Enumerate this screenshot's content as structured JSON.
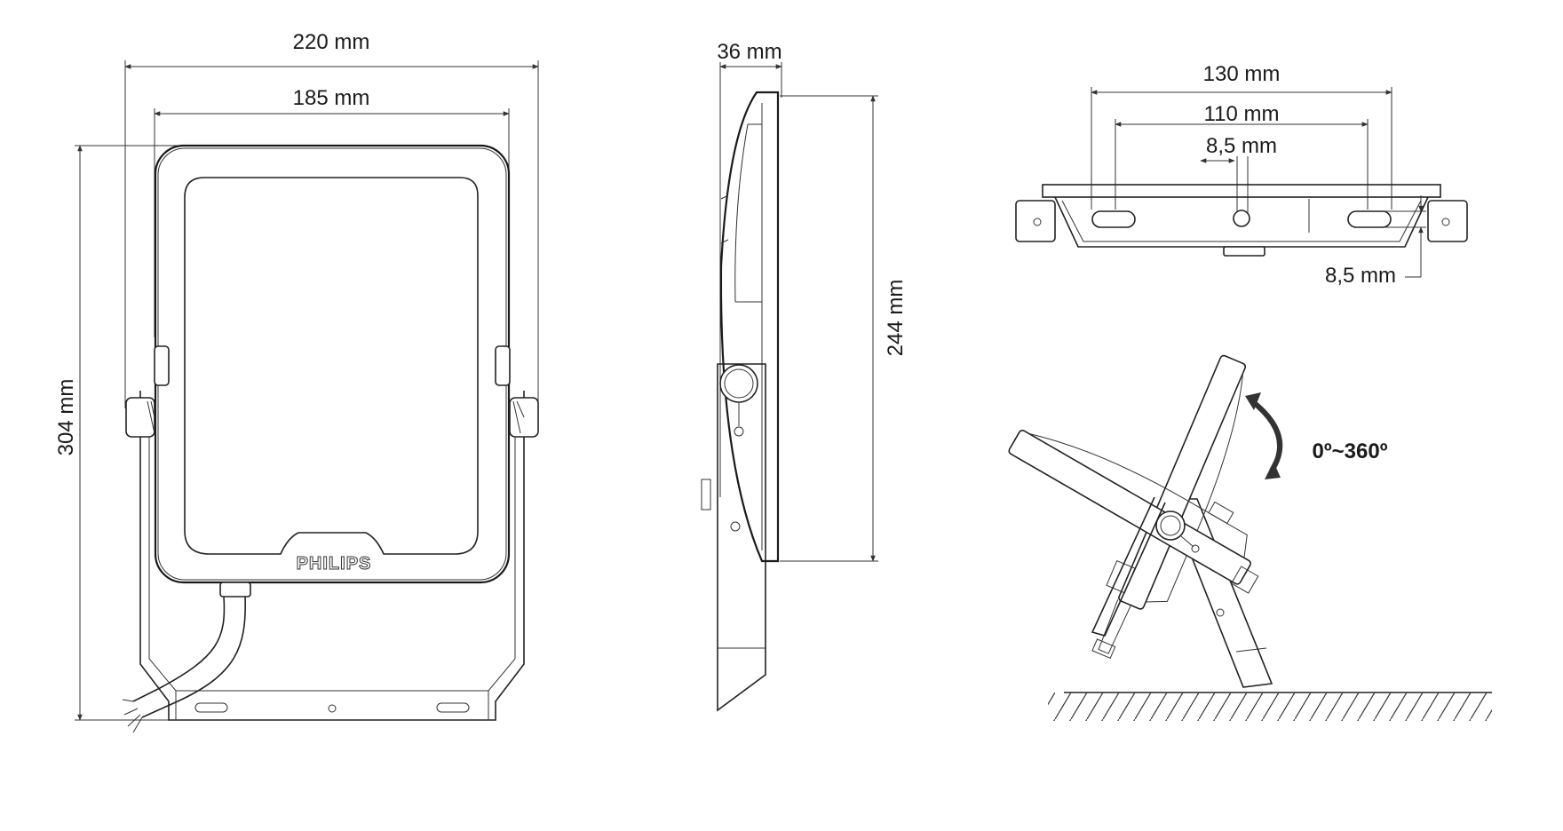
{
  "front_view": {
    "width_outer": "220 mm",
    "width_inner": "185 mm",
    "height_total": "304 mm",
    "brand_logo": "PHILIPS"
  },
  "side_view": {
    "depth": "36 mm",
    "height": "244 mm"
  },
  "bottom_view": {
    "hole_spacing_outer": "130 mm",
    "hole_spacing_inner": "110 mm",
    "center_hole": "8,5 mm",
    "slot_height": "8,5 mm"
  },
  "rotation_view": {
    "rotation_range": "0º~360º",
    "rotation_icon": "curved-arrow-icon"
  }
}
